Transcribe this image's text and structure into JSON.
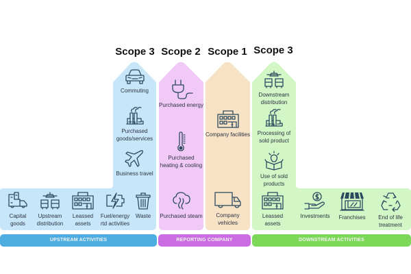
{
  "colors": {
    "upstream_panel": "#c7e6fa",
    "scope2_panel": "#f1c9f7",
    "scope1_panel": "#f8e2c6",
    "downstream_panel": "#d2f6c6",
    "upstream_bar": "#4dade0",
    "reporting_bar": "#cb6ce2",
    "downstream_bar": "#7dd859",
    "icon": "#2a4a5e"
  },
  "headings": {
    "upstream_scope": "Scope 3",
    "scope2": "Scope 2",
    "scope1": "Scope 1",
    "downstream_scope": "Scope 3"
  },
  "upstream": {
    "column_items": [
      {
        "label": "Commuting",
        "icon": "car-icon"
      },
      {
        "label": "Purchased goods/services",
        "icon": "factory-icon"
      },
      {
        "label": "Business travel",
        "icon": "airplane-icon"
      }
    ],
    "row_items": [
      {
        "label": "Capital goods",
        "icon": "delivery-truck-boxes-icon"
      },
      {
        "label": "Upstream distribution",
        "icon": "transport-icon"
      },
      {
        "label": "Leassed assets",
        "icon": "building-icon"
      },
      {
        "label": "Fuel/energy rtd activities",
        "icon": "battery-bolt-icon"
      },
      {
        "label": "Waste",
        "icon": "trash-bin-icon"
      }
    ],
    "bar_label": "UPSTREAM ACTIVITIES"
  },
  "scope2": {
    "items": [
      {
        "label": "Purchased energy",
        "icon": "plug-icon"
      },
      {
        "label": "Purchased heating & cooling",
        "icon": "thermometer-icon"
      },
      {
        "label": "Purchased steam",
        "icon": "steam-cloud-icon"
      }
    ]
  },
  "scope1": {
    "items": [
      {
        "label": "Company facilities",
        "icon": "building-icon"
      },
      {
        "label": "Company vehicles",
        "icon": "truck-icon"
      }
    ]
  },
  "reporting": {
    "bar_label": "REPORTING COMPANY"
  },
  "downstream": {
    "column_items": [
      {
        "label": "Downstream distribution",
        "icon": "transport-icon"
      },
      {
        "label": "Processing of sold product",
        "icon": "factory-icon"
      },
      {
        "label": "Use of sold products",
        "icon": "lightbulb-box-icon"
      }
    ],
    "row_items": [
      {
        "label": "Leassed assets",
        "icon": "building-icon"
      },
      {
        "label": "Investments",
        "icon": "hand-coin-icon"
      },
      {
        "label": "Franchises",
        "icon": "storefront-icon"
      },
      {
        "label": "End of life treatment",
        "icon": "recycle-icon"
      }
    ],
    "bar_label": "DOWNSTREAM ACTIVITIES"
  }
}
